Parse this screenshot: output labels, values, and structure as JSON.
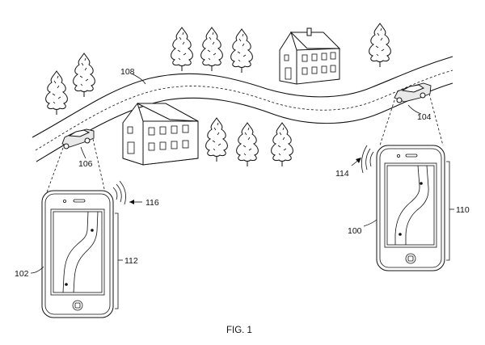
{
  "figure": {
    "caption": "FIG. 1",
    "labels": {
      "road": "108",
      "left_car": "106",
      "right_car": "104",
      "left_device": "102",
      "left_screen": "112",
      "left_signal": "116",
      "right_device": "100",
      "right_screen": "110",
      "right_signal": "114"
    },
    "icons": [
      "tree-icon",
      "house-icon",
      "car-icon",
      "smartphone-icon",
      "wireless-signal-icon"
    ]
  }
}
